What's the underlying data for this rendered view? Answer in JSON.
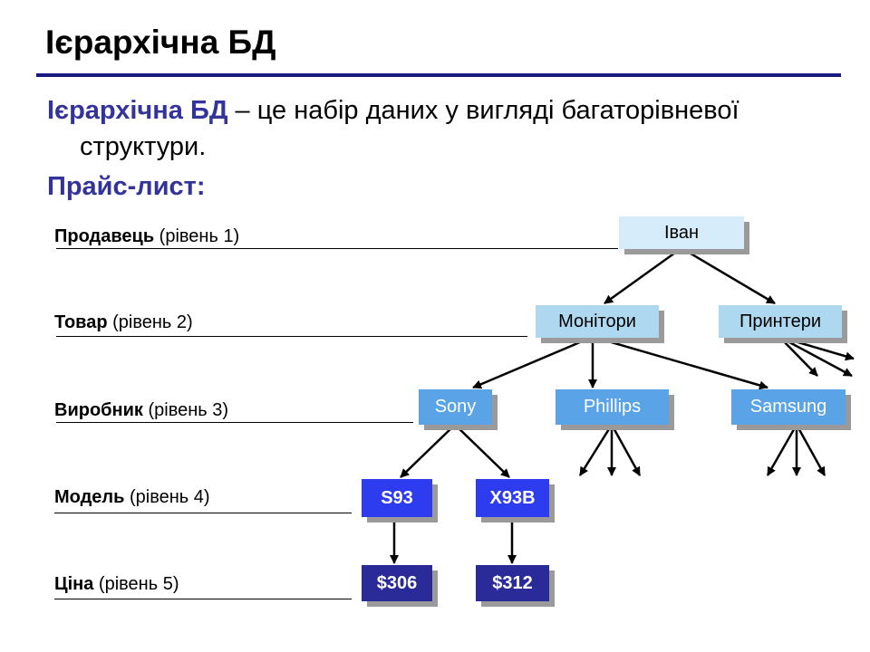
{
  "slide": {
    "title": "Ієрархічна БД",
    "definition": {
      "term": "Ієрархічна БД",
      "rest_line1": " – це набір даних у вигляді багаторівневої",
      "rest_line2": "структури."
    },
    "subheading": "Прайс-лист:"
  },
  "levels": [
    {
      "name": "Продавець",
      "note": " (рівень 1)"
    },
    {
      "name": "Товар",
      "note": " (рівень 2)"
    },
    {
      "name": "Виробник",
      "note": " (рівень 3)"
    },
    {
      "name": "Модель",
      "note": " (рівень 4)"
    },
    {
      "name": "Ціна",
      "note": " (рівень 5)"
    }
  ],
  "nodes": {
    "seller": "Іван",
    "monitors": "Монітори",
    "printers": "Принтери",
    "sony": "Sony",
    "phillips": "Phillips",
    "samsung": "Samsung",
    "model_s93": "S93",
    "model_x93b": "X93B",
    "price_306": "$306",
    "price_312": "$312"
  },
  "colors": {
    "level1": "#d6ecfa",
    "level2": "#add8f0",
    "level3": "#5aa3e6",
    "level4": "#2e3cf0",
    "level5": "#2a2a99",
    "accent": "#333399",
    "rule": "#1a1a80"
  }
}
